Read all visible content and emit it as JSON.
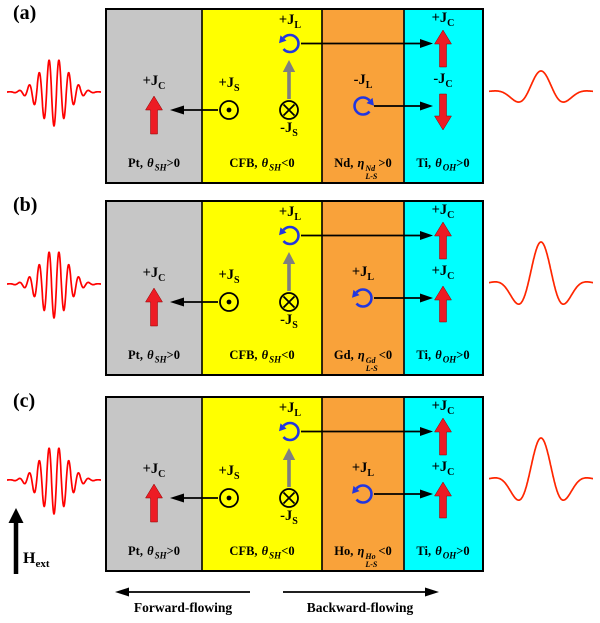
{
  "panels": [
    {
      "label": "(a)",
      "gray": {
        "jc": {
          "main": "+J",
          "sub": "C"
        },
        "bottom": {
          "prefix": "Pt, ",
          "symbol": "θ",
          "sub": "SH",
          "suffix": ">0"
        }
      },
      "yellow": {
        "js_top": {
          "main": "+J",
          "sub": "S"
        },
        "js_bottom": {
          "main": "-J",
          "sub": "S"
        },
        "jl": {
          "main": "+J",
          "sub": "L"
        },
        "bottom": {
          "prefix": "CFB, ",
          "symbol": "θ",
          "sub": "SH",
          "suffix": "<0"
        }
      },
      "orange": {
        "jl": {
          "main": "-J",
          "sub": "L"
        },
        "direction": "cw",
        "bottom": {
          "prefix": "Nd, ",
          "symbol": "η",
          "sup": "Nd",
          "sub": "L-S",
          "suffix": ">0"
        }
      },
      "cyan": {
        "jc_top": {
          "main": "+J",
          "sub": "C"
        },
        "jc_bottom": {
          "main": "-J",
          "sub": "C"
        },
        "bottom_arrow": "down",
        "bottom": {
          "prefix": "Ti, ",
          "symbol": "θ",
          "sub": "OH",
          "suffix": ">0"
        }
      },
      "output_scale": 0.5
    },
    {
      "label": "(b)",
      "gray": {
        "jc": {
          "main": "+J",
          "sub": "C"
        },
        "bottom": {
          "prefix": "Pt, ",
          "symbol": "θ",
          "sub": "SH",
          "suffix": ">0"
        }
      },
      "yellow": {
        "js_top": {
          "main": "+J",
          "sub": "S"
        },
        "js_bottom": {
          "main": "-J",
          "sub": "S"
        },
        "jl": {
          "main": "+J",
          "sub": "L"
        },
        "bottom": {
          "prefix": "CFB, ",
          "symbol": "θ",
          "sub": "SH",
          "suffix": "<0"
        }
      },
      "orange": {
        "jl": {
          "main": "+J",
          "sub": "L"
        },
        "direction": "ccw",
        "bottom": {
          "prefix": "Gd, ",
          "symbol": "η",
          "sup": "Gd",
          "sub": "L-S",
          "suffix": "<0"
        }
      },
      "cyan": {
        "jc_top": {
          "main": "+J",
          "sub": "C"
        },
        "jc_bottom": {
          "main": "+J",
          "sub": "C"
        },
        "bottom_arrow": "up",
        "bottom": {
          "prefix": "Ti, ",
          "symbol": "θ",
          "sub": "OH",
          "suffix": ">0"
        }
      },
      "output_scale": 1
    },
    {
      "label": "(c)",
      "gray": {
        "jc": {
          "main": "+J",
          "sub": "C"
        },
        "bottom": {
          "prefix": "Pt, ",
          "symbol": "θ",
          "sub": "SH",
          "suffix": ">0"
        }
      },
      "yellow": {
        "js_top": {
          "main": "+J",
          "sub": "S"
        },
        "js_bottom": {
          "main": "-J",
          "sub": "S"
        },
        "jl": {
          "main": "+J",
          "sub": "L"
        },
        "bottom": {
          "prefix": "CFB, ",
          "symbol": "θ",
          "sub": "SH",
          "suffix": "<0"
        }
      },
      "orange": {
        "jl": {
          "main": "+J",
          "sub": "L"
        },
        "direction": "ccw",
        "bottom": {
          "prefix": "Ho, ",
          "symbol": "η",
          "sup": "Ho",
          "sub": "L-S",
          "suffix": "<0"
        }
      },
      "cyan": {
        "jc_top": {
          "main": "+J",
          "sub": "C"
        },
        "jc_bottom": {
          "main": "+J",
          "sub": "C"
        },
        "bottom_arrow": "up",
        "bottom": {
          "prefix": "Ti, ",
          "symbol": "θ",
          "sub": "OH",
          "suffix": ">0"
        }
      },
      "output_scale": 1
    }
  ],
  "flow_labels": {
    "forward": "Forward-flowing",
    "backward": "Backward-flowing"
  },
  "hext": {
    "main": "H",
    "sub": "ext"
  },
  "icons": {
    "out-of-page-icon": "⊙",
    "into-page-icon": "⊗",
    "rotation-ccw-icon": "↺",
    "rotation-cw-icon": "↻",
    "red-arrow": "thick block arrow",
    "input-pulse-wave": "multicycle optical pulse",
    "output-pulse-wave": "single-cycle THz pulse"
  },
  "colors": {
    "gray": "#c6c6c6",
    "yellow": "#ffff00",
    "orange": "#f9a23a",
    "cyan": "#00ffff",
    "red_arrow": "#ed1c24",
    "blue_rotation": "#2236e0",
    "input_wave": "#ff0000",
    "output_wave": "#ff2600"
  }
}
